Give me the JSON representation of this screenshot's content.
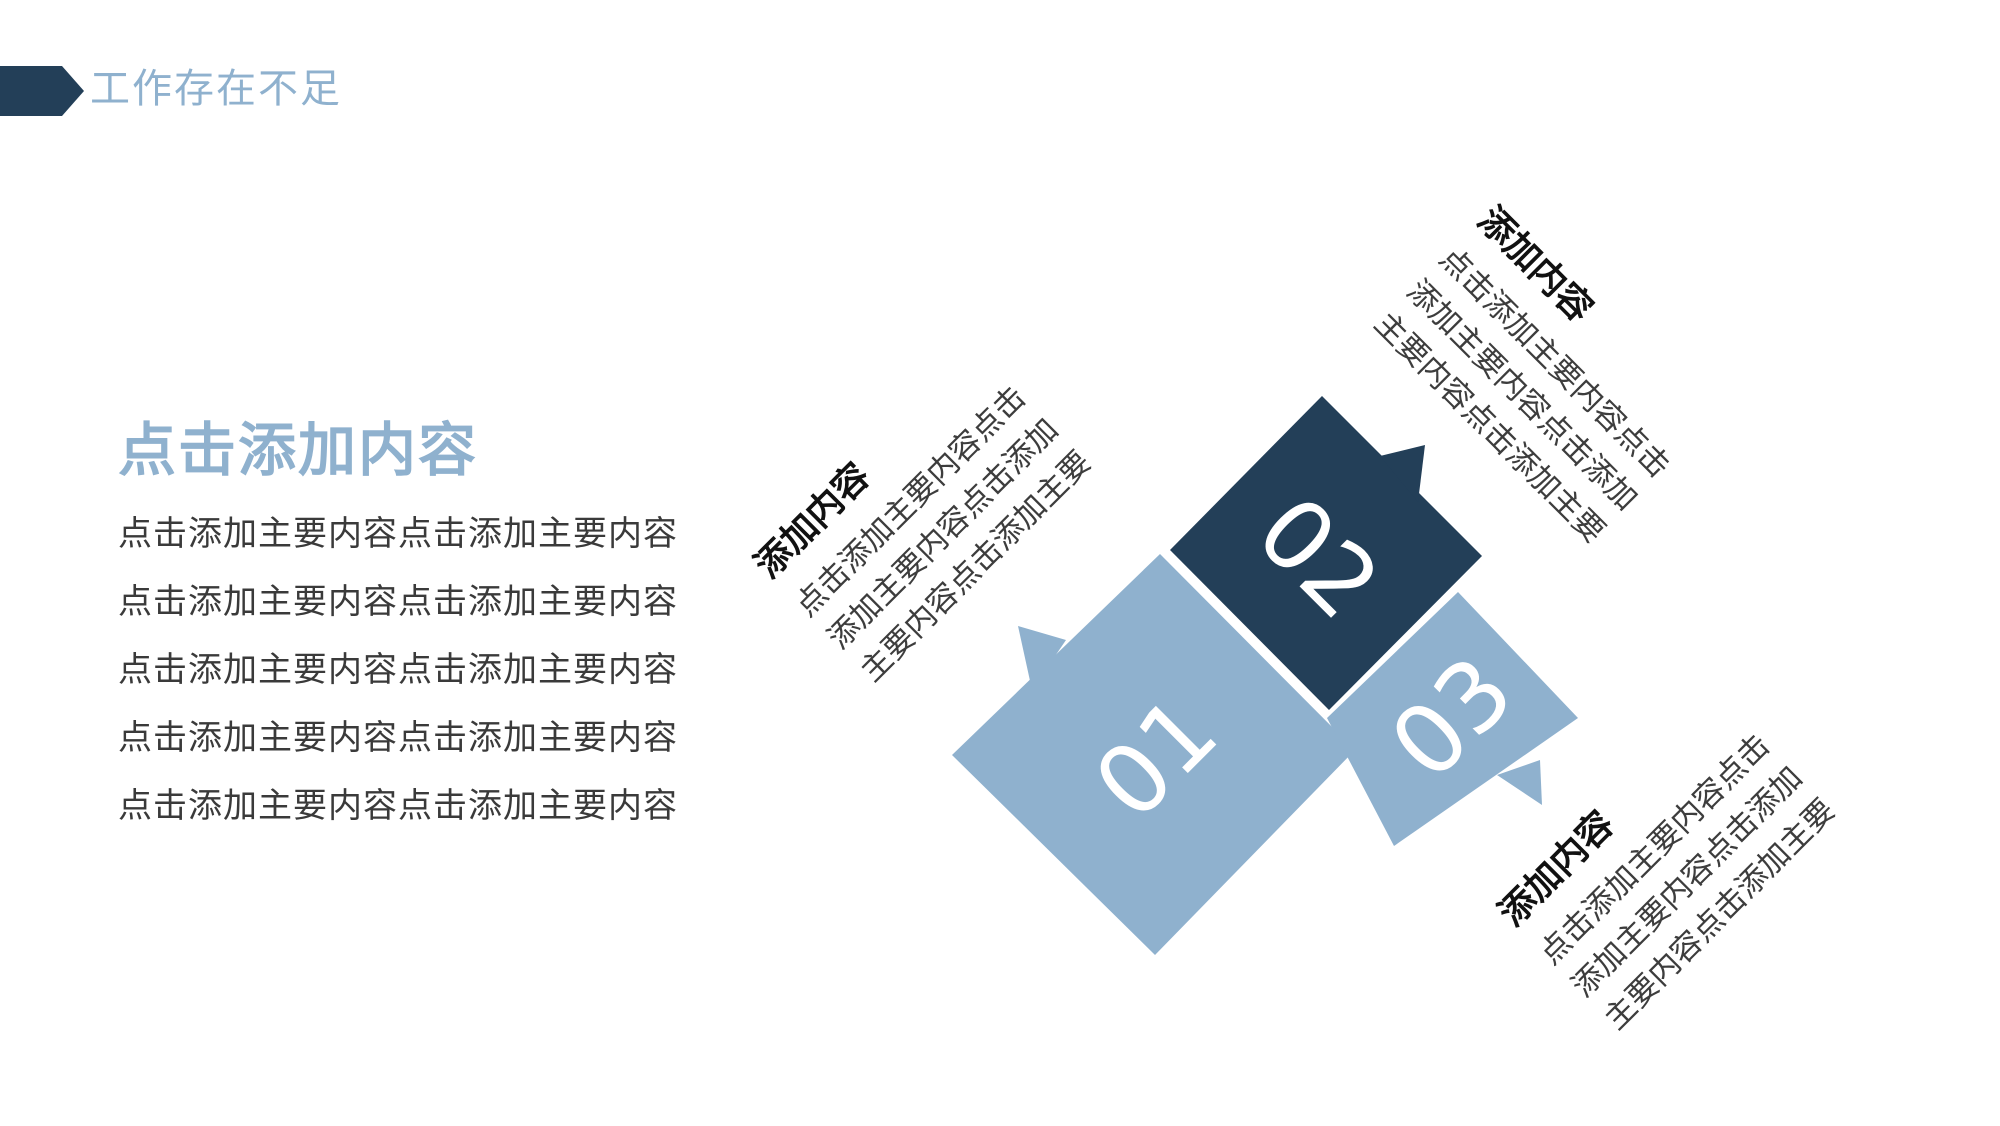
{
  "header": {
    "title": "工作存在不足"
  },
  "main": {
    "title": "点击添加内容",
    "paragraph": "点击添加主要内容点击添加主要内容点击添加主要内容点击添加主要内容点击添加主要内容点击添加主要内容点击添加主要内容点击添加主要内容点击添加主要内容点击添加主要内容"
  },
  "diagram": {
    "items": [
      {
        "number": "01",
        "heading": "添加内容",
        "lines": [
          "点击添加主要内容点击",
          "添加主要内容点击添加",
          "主要内容点击添加主要"
        ]
      },
      {
        "number": "02",
        "heading": "添加内容",
        "lines": [
          "点击添加主要内容点击",
          "添加主要内容点击添加",
          "主要内容点击添加主要"
        ]
      },
      {
        "number": "03",
        "heading": "添加内容",
        "lines": [
          "点击添加主要内容点击",
          "添加主要内容点击添加",
          "主要内容点击添加主要"
        ]
      }
    ]
  },
  "colors": {
    "dark": "#233f58",
    "light": "#8fb1ce",
    "text": "#3a3a3a"
  }
}
